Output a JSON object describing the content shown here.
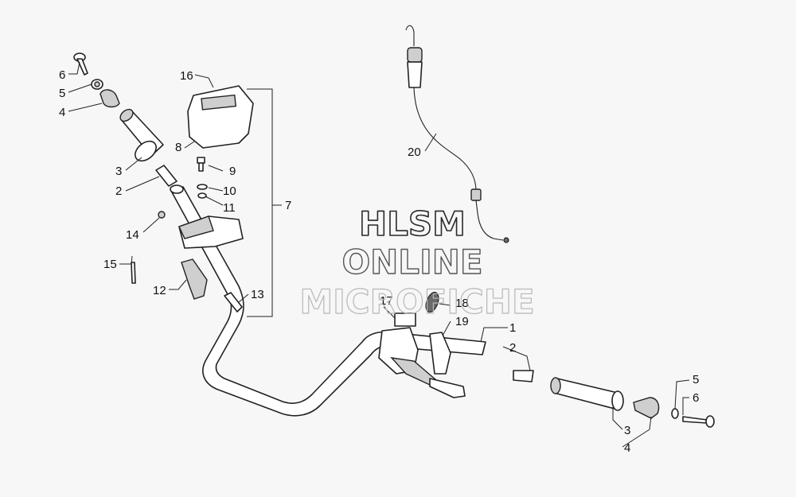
{
  "watermark": {
    "line1": "HLSM",
    "line2": "ONLINE",
    "line3": "MICROFICHE"
  },
  "callouts": {
    "c1": "1",
    "c2a": "2",
    "c2b": "2",
    "c3a": "3",
    "c3b": "3",
    "c4a": "4",
    "c4b": "4",
    "c5a": "5",
    "c5b": "5",
    "c6a": "6",
    "c6b": "6",
    "c7": "7",
    "c8": "8",
    "c9": "9",
    "c10": "10",
    "c11": "11",
    "c12": "12",
    "c13": "13",
    "c14": "14",
    "c15": "15",
    "c16": "16",
    "c17": "17",
    "c18": "18",
    "c19": "19",
    "c20": "20"
  }
}
